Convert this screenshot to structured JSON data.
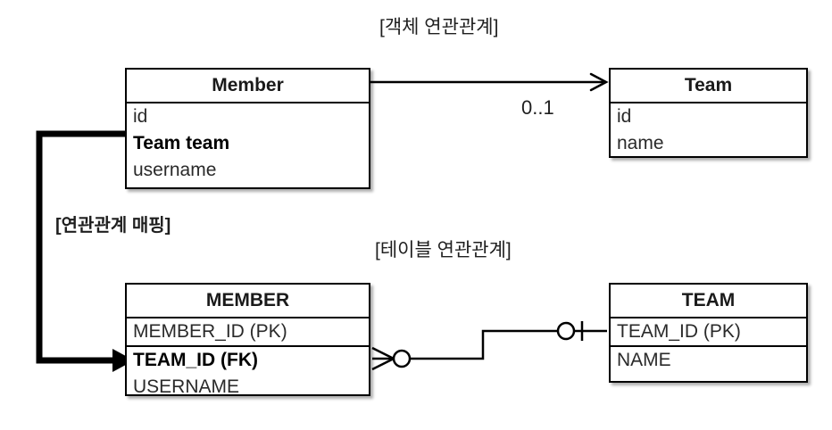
{
  "diagram": {
    "type": "uml-erd-mapping",
    "captions": {
      "object_model": "[객체 연관관계]",
      "table_model": "[테이블 연관관계]",
      "mapping": "[연관관계 매핑]"
    },
    "colors": {
      "background": "#ffffff",
      "stroke": "#000000",
      "text": "#1a1a1a",
      "attribute_text": "#2a2a2a"
    }
  },
  "object_model": {
    "member": {
      "title": "Member",
      "attributes": [
        {
          "label": "id",
          "bold": false
        },
        {
          "label": "Team team",
          "bold": true
        },
        {
          "label": "username",
          "bold": false
        }
      ]
    },
    "team": {
      "title": "Team",
      "attributes": [
        {
          "label": "id",
          "bold": false
        },
        {
          "label": "name",
          "bold": false
        }
      ]
    },
    "association": {
      "from": "Member",
      "to": "Team",
      "multiplicity": "0..1",
      "arrow": "open-arrowhead",
      "direction": "member-to-team"
    }
  },
  "table_model": {
    "member_table": {
      "title": "MEMBER",
      "attributes": [
        {
          "label": "MEMBER_ID (PK)",
          "bold": false,
          "separator_below": true
        },
        {
          "label": "TEAM_ID (FK)",
          "bold": true
        },
        {
          "label": "USERNAME",
          "bold": false
        }
      ]
    },
    "team_table": {
      "title": "TEAM",
      "attributes": [
        {
          "label": "TEAM_ID (PK)",
          "bold": false,
          "separator_below": true
        },
        {
          "label": "NAME",
          "bold": false
        }
      ]
    },
    "relationship": {
      "member_side": "crows-foot-zero-many",
      "team_side": "zero-or-one",
      "notation": "crows-foot"
    }
  },
  "mapping_link": {
    "from_field": "Team team",
    "to_field": "TEAM_ID (FK)",
    "style": "thick-filled-arrow"
  }
}
